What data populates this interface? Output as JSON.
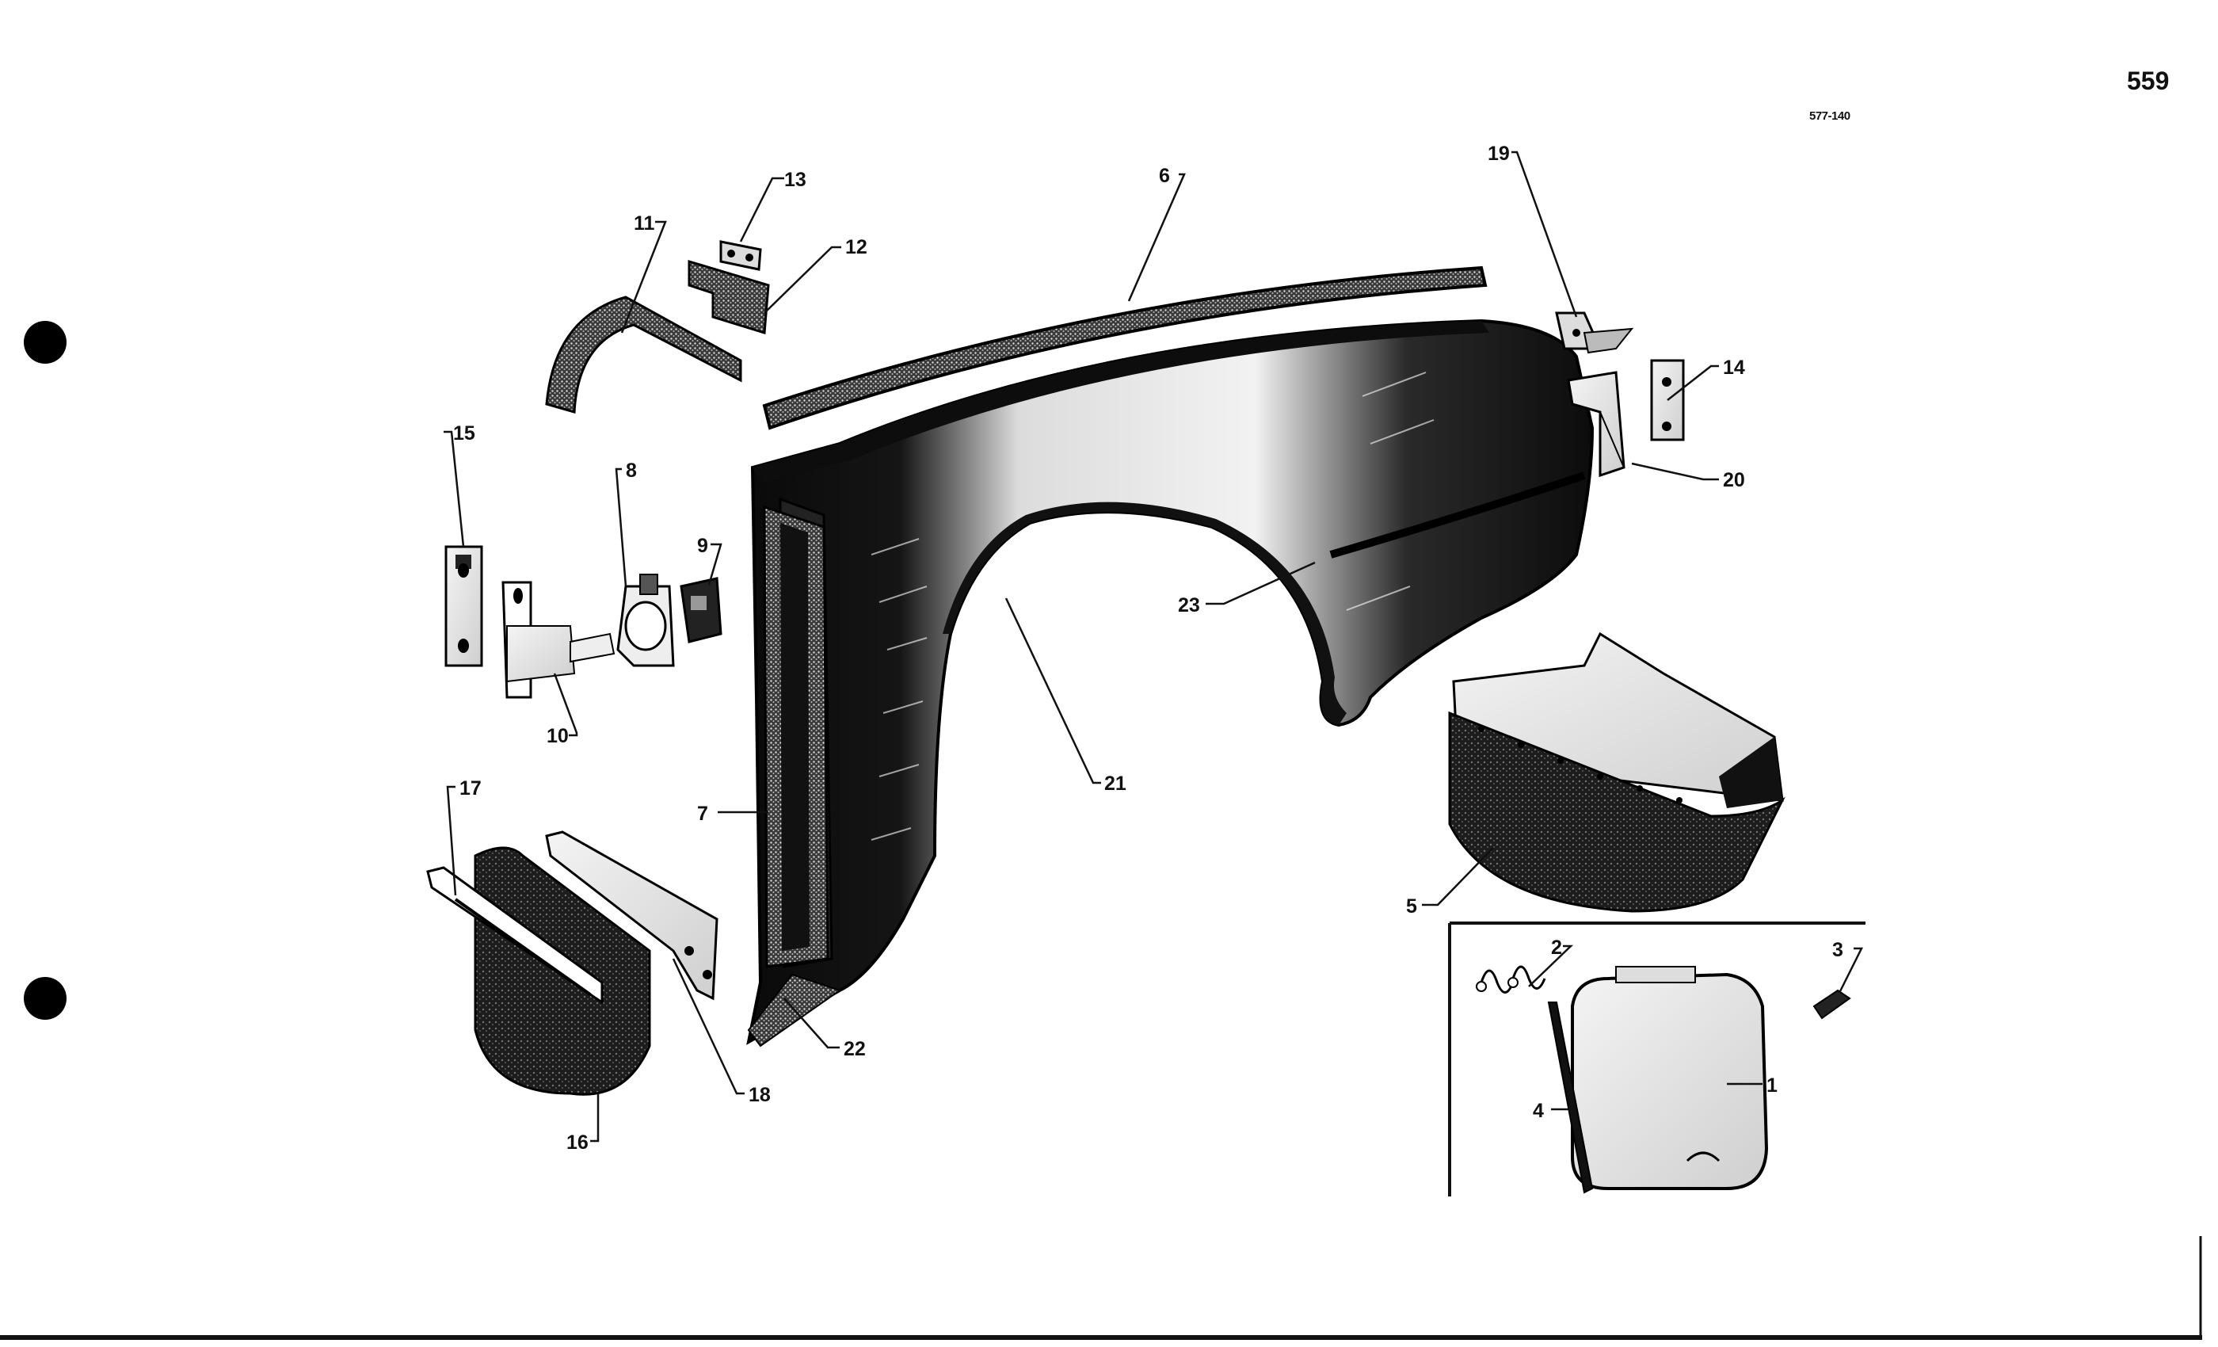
{
  "page": {
    "number": "559",
    "plate_code": "577-140"
  },
  "callouts": {
    "c1": "1",
    "c2": "2",
    "c3": "3",
    "c4": "4",
    "c5": "5",
    "c6": "6",
    "c7": "7",
    "c8": "8",
    "c9": "9",
    "c10": "10",
    "c11": "11",
    "c12": "12",
    "c13": "13",
    "c14": "14",
    "c15": "15",
    "c16": "16",
    "c17": "17",
    "c18": "18",
    "c19": "19",
    "c20": "20",
    "c21": "21",
    "c22": "22",
    "c23": "23"
  },
  "colors": {
    "ink": "#111111",
    "paper": "#ffffff",
    "felt": "#2b2b2b"
  }
}
